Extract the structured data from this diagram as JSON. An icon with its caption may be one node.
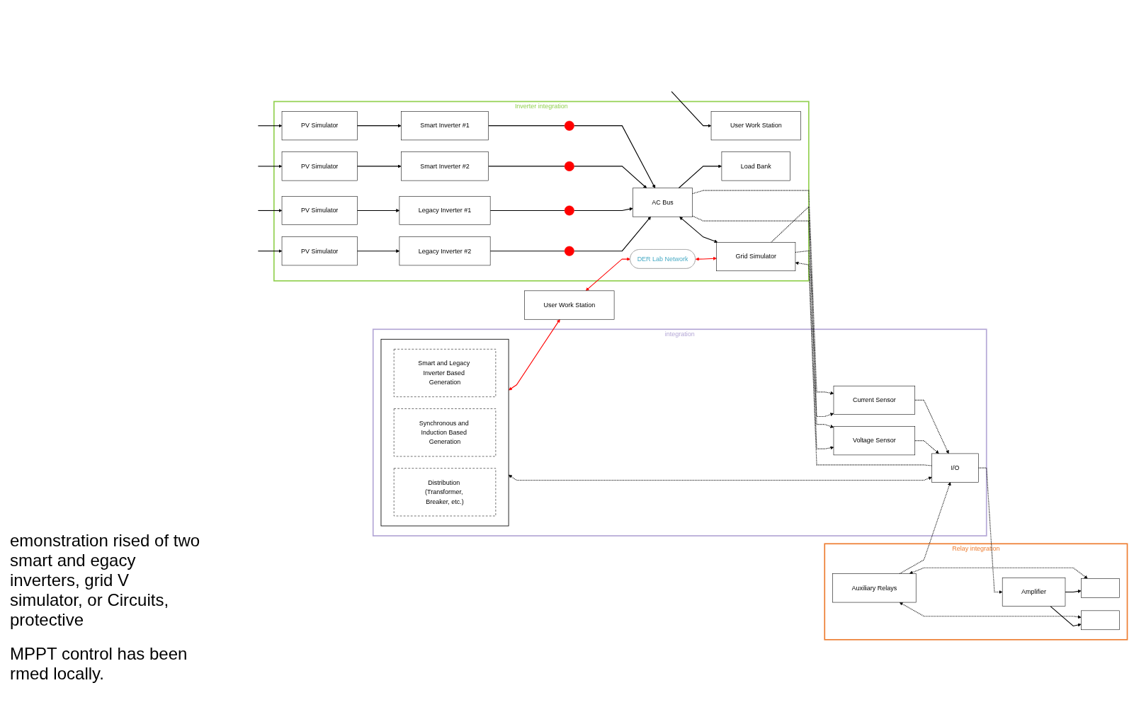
{
  "diagram": {
    "nodes": [
      {
        "text": [
          "User Work Station"
        ]
      },
      {
        "text": [
          "Inverter integration"
        ]
      },
      {
        "text": [
          "User Work Station"
        ],
        "in": 1
      },
      {
        "text": [
          "PV Simulator"
        ],
        "in": 1
      },
      {
        "text": [
          "Smart Inverter #1"
        ],
        "in": 1
      },
      {
        "text": [],
        "shape": "circle",
        "in": 1
      },
      {
        "text": [
          "PV Simulator"
        ],
        "in": 1
      },
      {
        "text": [
          "Smart Inverter #2"
        ],
        "in": 1
      },
      {
        "text": [],
        "shape": "circle",
        "in": 1
      },
      {
        "text": [
          "PV Simulator"
        ],
        "in": 1
      },
      {
        "text": [
          "Legacy Inverter #1"
        ],
        "in": 1
      },
      {
        "text": [],
        "shape": "circle",
        "in": 1
      },
      {
        "text": [
          "PV Simulator"
        ],
        "in": 1
      },
      {
        "text": [
          "Legacy Inverter #2"
        ],
        "in": 1
      },
      {
        "text": [],
        "shape": "circle",
        "in": 1
      },
      {
        "text": [
          "AC Bus"
        ],
        "in": 1
      },
      {
        "text": [
          "Load Bank"
        ],
        "in": 1
      },
      {
        "text": [
          "DER Lab Network"
        ],
        "in": 1
      },
      {
        "text": [
          "Grid Simulator"
        ],
        "in": 1
      },
      {
        "text": [
          "Relay integration"
        ]
      },
      {
        "text": [
          "Auxiliary Relays"
        ],
        "in": 19
      },
      {
        "text": [],
        "shape": "box",
        "in": 19
      },
      {
        "text": [],
        "shape": "box",
        "in": 19
      },
      {
        "text": [
          "Amplifier"
        ],
        "in": 19
      },
      {
        "text": [
          "integration"
        ]
      },
      {
        "text": [
          "Current Sensor"
        ],
        "in": 24
      },
      {
        "text": [
          "Voltage Sensor"
        ],
        "in": 24
      },
      {
        "text": [
          "I/O"
        ],
        "in": 24
      },
      {
        "text": [],
        "shape": "box",
        "in": 24
      },
      {
        "text": [
          "Smart and Legacy Inverter Based Generation"
        ],
        "in": 28
      },
      {
        "text": [
          "Synchronous and Induction Based Generation"
        ],
        "in": 28
      },
      {
        "text": [
          "Distribution (Transformer, Breaker, etc.)"
        ],
        "in": 28
      }
    ],
    "edges": [
      {
        "from": null,
        "to": 2,
        "arrow": "to"
      },
      {
        "from": null,
        "to": 3,
        "arrow": "to"
      },
      {
        "from": null,
        "to": 6,
        "arrow": "to"
      },
      {
        "from": null,
        "to": 9,
        "arrow": "to"
      },
      {
        "from": null,
        "to": 12,
        "arrow": "to"
      },
      {
        "from": 3,
        "to": 4,
        "arrow": "to"
      },
      {
        "from": 6,
        "to": 7,
        "arrow": "to"
      },
      {
        "from": 9,
        "to": 10,
        "arrow": "to"
      },
      {
        "from": 12,
        "to": 13,
        "arrow": "to"
      },
      {
        "from": 4,
        "to": 5,
        "arrow": "none"
      },
      {
        "from": 7,
        "to": 8,
        "arrow": "none"
      },
      {
        "from": 10,
        "to": 11,
        "arrow": "none"
      },
      {
        "from": 13,
        "to": 14,
        "arrow": "none"
      },
      {
        "from": 5,
        "to": 15,
        "arrow": "to"
      },
      {
        "from": 8,
        "to": 15,
        "arrow": "to"
      },
      {
        "from": 11,
        "to": 15,
        "arrow": "to"
      },
      {
        "from": 14,
        "to": 15,
        "arrow": "to"
      },
      {
        "from": 15,
        "to": 16,
        "arrow": "to"
      },
      {
        "from": 15,
        "to": 18,
        "arrow": "both"
      },
      {
        "from": 0,
        "to": 17,
        "arrow": "both",
        "color": "#ff0000"
      },
      {
        "from": 17,
        "to": 18,
        "arrow": "both",
        "color": "#ff0000"
      },
      {
        "from": 15,
        "to": 26,
        "arrow": "to",
        "style": "dashed"
      },
      {
        "from": 15,
        "to": 25,
        "arrow": "to",
        "style": "dashed"
      },
      {
        "from": 18,
        "to": 25,
        "arrow": "to",
        "style": "dashed"
      },
      {
        "from": 18,
        "to": 26,
        "arrow": "to",
        "style": "dashed"
      },
      {
        "from": 25,
        "to": 27,
        "arrow": "to",
        "style": "dashed"
      },
      {
        "from": 26,
        "to": 27,
        "arrow": "to",
        "style": "dashed"
      },
      {
        "from": 27,
        "to": 18,
        "arrow": "to",
        "style": "dashed"
      },
      {
        "from": 20,
        "to": 21,
        "arrow": "both",
        "style": "dashed"
      },
      {
        "from": 20,
        "to": 22,
        "arrow": "both",
        "style": "dashed"
      },
      {
        "from": 23,
        "to": 21,
        "arrow": "to"
      },
      {
        "from": 23,
        "to": 22,
        "arrow": "to"
      },
      {
        "from": 20,
        "to": 27,
        "arrow": "to",
        "style": "dashed"
      },
      {
        "from": 27,
        "to": 23,
        "arrow": "to",
        "style": "dashed"
      },
      {
        "from": 27,
        "to": 28,
        "arrow": "both",
        "style": "dashed"
      },
      {
        "from": 28,
        "to": 0,
        "arrow": "both",
        "color": "#ff0000"
      }
    ],
    "labels": [
      "emonstration rised of two smart and egacy inverters, grid V simulator, or Circuits, protective",
      "MPPT control has been rmed locally."
    ]
  }
}
